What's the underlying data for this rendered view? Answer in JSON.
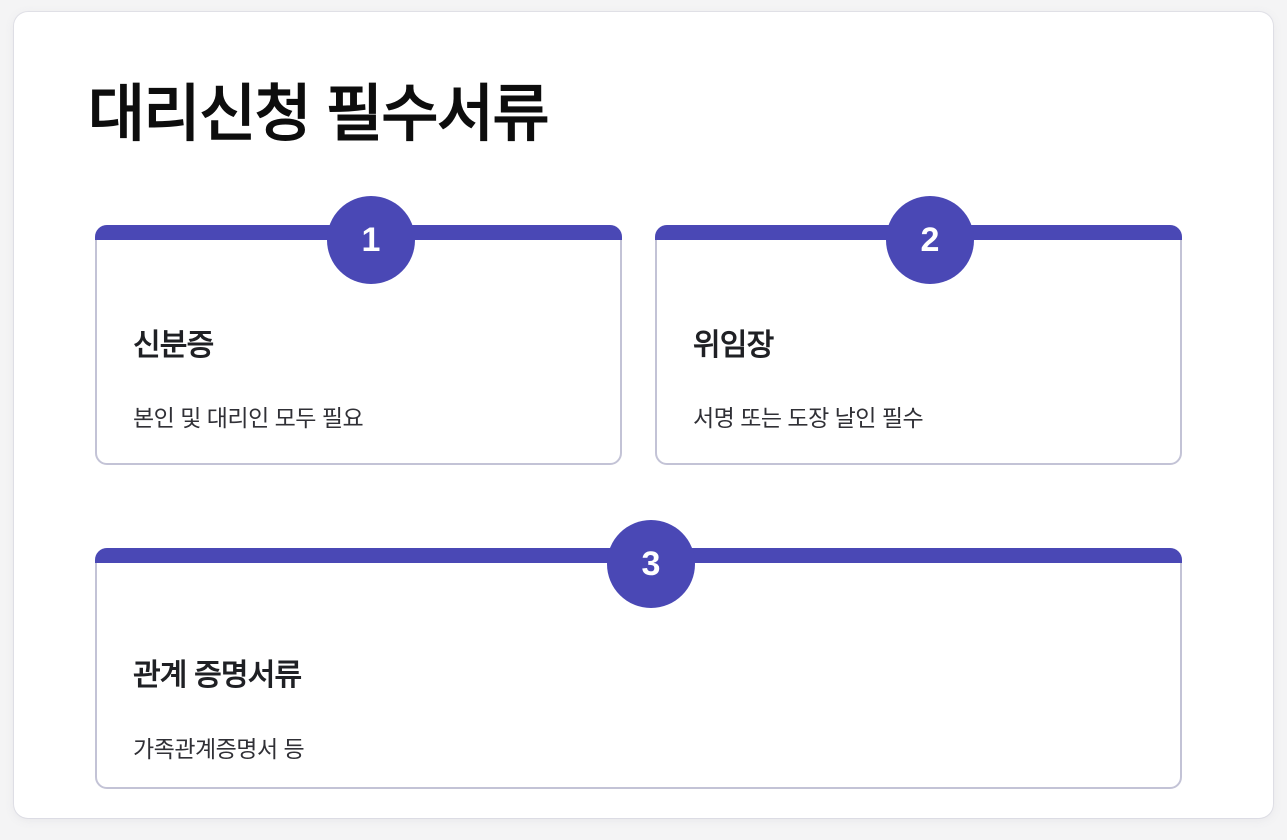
{
  "page": {
    "title": "대리신청 필수서류",
    "background_color": "#f4f4f5",
    "panel_color": "#ffffff",
    "accent_color": "#4a48b5",
    "card_border_color": "#c3c3d6",
    "heading_color": "#1f2024",
    "body_text_color": "#303036"
  },
  "cards": [
    {
      "number": "1",
      "heading": "신분증",
      "description": "본인 및 대리인 모두 필요"
    },
    {
      "number": "2",
      "heading": "위임장",
      "description": "서명 또는 도장 날인 필수"
    },
    {
      "number": "3",
      "heading": "관계 증명서류",
      "description": "가족관계증명서 등"
    }
  ]
}
